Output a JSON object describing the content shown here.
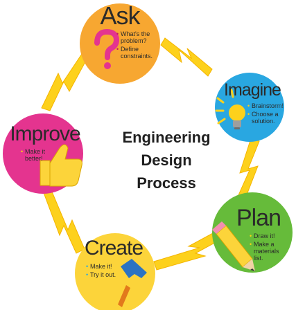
{
  "center": {
    "line1": "Engineering",
    "line2": "Design",
    "line3": "Process"
  },
  "steps": {
    "ask": {
      "title": "Ask",
      "bullets": [
        "What's the problem?",
        "Define constraints."
      ],
      "color": "#f7a731",
      "bullet_color": "#c2185b"
    },
    "imagine": {
      "title": "Imagine",
      "bullets": [
        "Brainstorm!",
        "Choose a solution."
      ],
      "color": "#29a7e1",
      "bullet_color": "#fbd116"
    },
    "plan": {
      "title": "Plan",
      "bullets": [
        "Draw it!",
        "Make a materials list."
      ],
      "color": "#66bb3a",
      "bullet_color": "#fbd116"
    },
    "create": {
      "title": "Create",
      "bullets": [
        "Make it!",
        "Try it out."
      ],
      "color": "#fcd43a",
      "bullet_color": "#29a7e1"
    },
    "improve": {
      "title": "Improve",
      "bullets": [
        "Make it better!"
      ],
      "color": "#e4348f",
      "bullet_color": "#fbd116"
    }
  },
  "colors": {
    "arrow": "#fdd11c",
    "arrow_edge": "#f4b400"
  },
  "icons": [
    "question-mark-icon",
    "lightbulb-icon",
    "pencil-icon",
    "hammer-icon",
    "thumbs-up-icon"
  ]
}
